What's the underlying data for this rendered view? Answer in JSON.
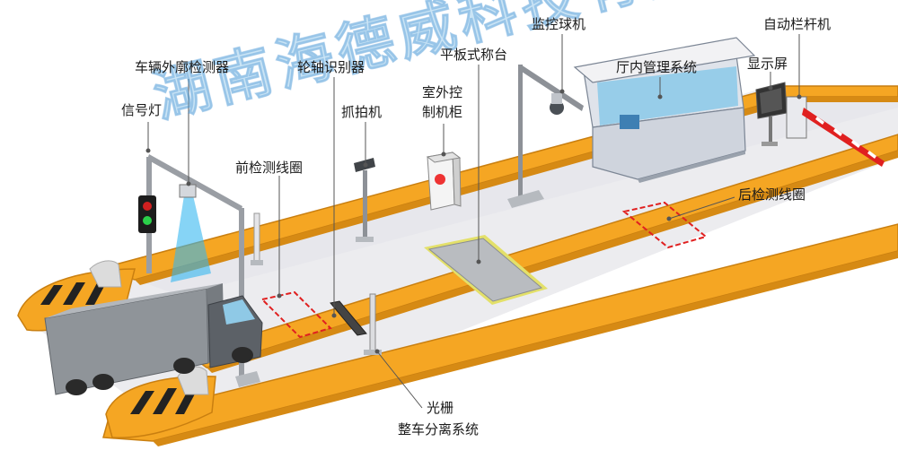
{
  "labels": {
    "vehicle_profile_detector": "车辆外廓检测器",
    "signal_light": "信号灯",
    "axle_identifier": "轮轴识别器",
    "snapshot_camera": "抓拍机",
    "front_loop": "前检测线圈",
    "outdoor_cabinet_line1": "室外控",
    "outdoor_cabinet_line2": "制机柜",
    "platform_scale": "平板式称台",
    "dome_camera": "监控球机",
    "booth_system": "厅内管理系统",
    "barrier_gate": "自动栏杆机",
    "display_screen": "显示屏",
    "rear_loop": "后检测线圈",
    "light_curtain": "光栅",
    "vehicle_separation": "整车分离系统"
  },
  "watermark": "湖南海德威科技有限公司",
  "colors": {
    "road_fill": "#f5a623",
    "road_edge": "#c97f10",
    "ground": "#eeeef0",
    "lane": "#e6e6ea",
    "booth_wall": "#dfe3ea",
    "booth_roof": "#f2f2f4",
    "glass": "#7fc6e8",
    "truck_box": "#8f9499",
    "truck_cab": "#5c6167",
    "loop_red": "#e02020",
    "scale_plate": "#b9bcc0",
    "scale_rim": "#e3e06a",
    "light_green": "#2bd04a",
    "light_red": "#d02020",
    "scan_beam": "#35b7f0",
    "gate_red": "#e02020"
  }
}
